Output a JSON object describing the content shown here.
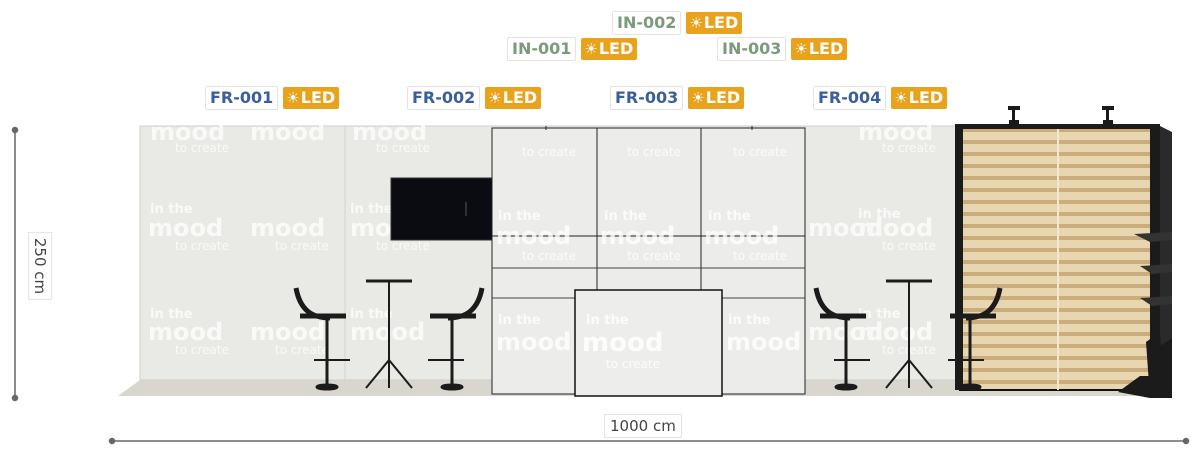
{
  "fixtures": [
    {
      "code": "IN-002",
      "led": "LED",
      "kind": "in",
      "icon": "sun-icon"
    },
    {
      "code": "IN-001",
      "led": "LED",
      "kind": "in",
      "icon": "sun-icon"
    },
    {
      "code": "IN-003",
      "led": "LED",
      "kind": "in",
      "icon": "sun-icon"
    },
    {
      "code": "FR-001",
      "led": "LED",
      "kind": "fr",
      "icon": "sun-icon"
    },
    {
      "code": "FR-002",
      "led": "LED",
      "kind": "fr",
      "icon": "sun-icon"
    },
    {
      "code": "FR-003",
      "led": "LED",
      "kind": "fr",
      "icon": "sun-icon"
    },
    {
      "code": "FR-004",
      "led": "LED",
      "kind": "fr",
      "icon": "sun-icon"
    }
  ],
  "dimensions": {
    "width": "1000 cm",
    "height": "250 cm"
  },
  "graphics": {
    "brand_line1": "in the",
    "brand_line2": "mood",
    "brand_line3": "to create"
  },
  "colors": {
    "fr_label": "#3b5f9a",
    "in_label": "#7c9a7c",
    "led_badge": "#e8a21c",
    "wall": "#e9e9e6",
    "floor": "#d9d6cf",
    "wood": "#e3cfa5",
    "furniture": "#1d1d1d"
  }
}
